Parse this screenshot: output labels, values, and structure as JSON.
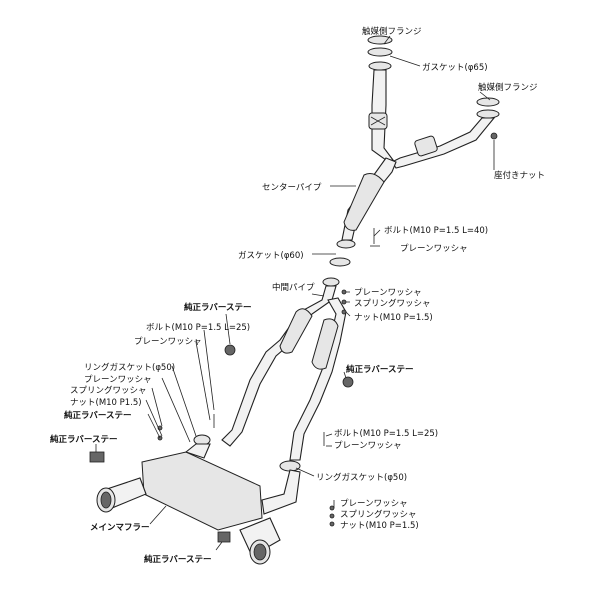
{
  "labels": {
    "cat_flange_1": "触媒側フランジ",
    "gasket_65": "ガスケット(φ65)",
    "cat_flange_2": "触媒側フランジ",
    "seat_nut": "座付きナット",
    "center_pipe": "センターパイプ",
    "bolt_m10_40": "ボルト(M10 P=1.5 L=40)",
    "plain_washer_1": "プレーンワッシャ",
    "gasket_60": "ガスケット(φ60)",
    "mid_pipe": "中間パイプ",
    "plain_washer_2": "プレーンワッシャ",
    "spring_washer_1": "スプリングワッシャ",
    "nut_m10_1": "ナット(M10 P=1.5)",
    "oem_rubber_stay_1": "純正ラバーステー",
    "bolt_m10_25_1": "ボルト(M10 P=1.5 L=25)",
    "plain_washer_3": "プレーンワッシャ",
    "oem_rubber_stay_2": "純正ラバーステー",
    "ring_gasket_50_1": "リングガスケット(φ50)",
    "plain_washer_4": "プレーンワッシャ",
    "spring_washer_2": "スプリングワッシャ",
    "nut_m10_2": "ナット(M10 P1.5)",
    "oem_rubber_stay_3": "純正ラバーステー",
    "oem_rubber_stay_4": "純正ラバーステー",
    "bolt_m10_25_2": "ボルト(M10 P=1.5 L=25)",
    "plain_washer_5": "プレーンワッシャ",
    "ring_gasket_50_2": "リングガスケット(φ50)",
    "plain_washer_6": "プレーンワッシャ",
    "spring_washer_3": "スプリングワッシャ",
    "nut_m10_3": "ナット(M10 P=1.5)",
    "main_muffler": "メインマフラー",
    "oem_rubber_stay_5": "純正ラバーステー"
  }
}
